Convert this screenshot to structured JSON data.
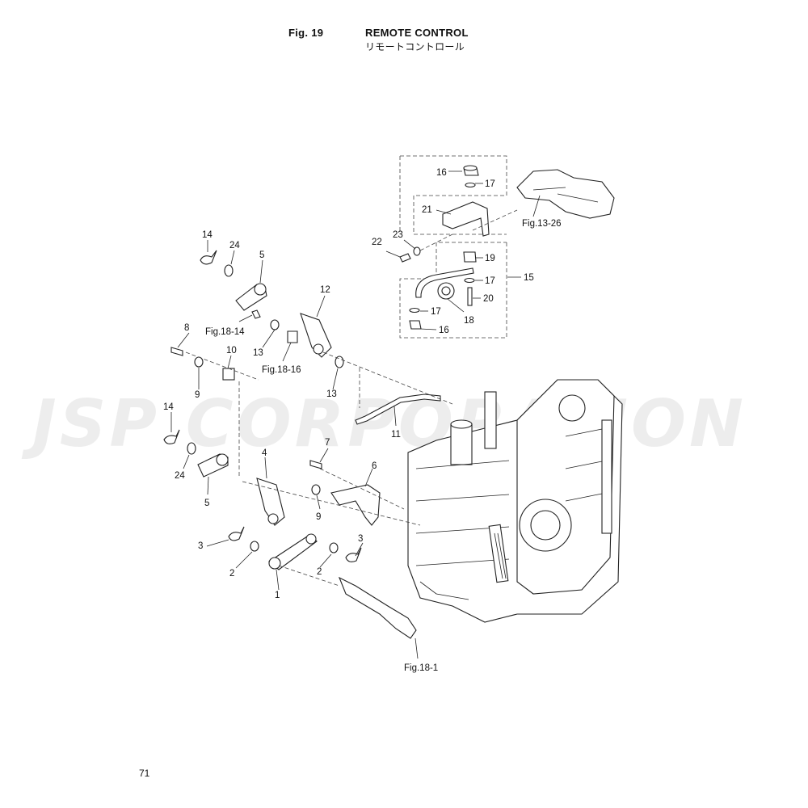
{
  "header": {
    "fig_number": "Fig. 19",
    "title": "REMOTE CONTROL",
    "title_jp": "リモートコントロール"
  },
  "watermark": "JSP CORPORATION",
  "page_number": "71",
  "callouts": {
    "c1": "1",
    "c2a": "2",
    "c2b": "2",
    "c3a": "3",
    "c3b": "3",
    "c4": "4",
    "c5a": "5",
    "c5b": "5",
    "c6": "6",
    "c7": "7",
    "c8": "8",
    "c9a": "9",
    "c9b": "9",
    "c10": "10",
    "c11": "11",
    "c12": "12",
    "c13a": "13",
    "c13b": "13",
    "c14a": "14",
    "c14b": "14",
    "c15": "15",
    "c16a": "16",
    "c16b": "16",
    "c17a": "17",
    "c17b": "17",
    "c17c": "17",
    "c18": "18",
    "c19": "19",
    "c20": "20",
    "c21": "21",
    "c22": "22",
    "c23": "23",
    "c24a": "24",
    "c24b": "24"
  },
  "references": {
    "fig18_14": "Fig.18-14",
    "fig18_16": "Fig.18-16",
    "fig13_26": "Fig.13-26",
    "fig18_1": "Fig.18-1"
  }
}
